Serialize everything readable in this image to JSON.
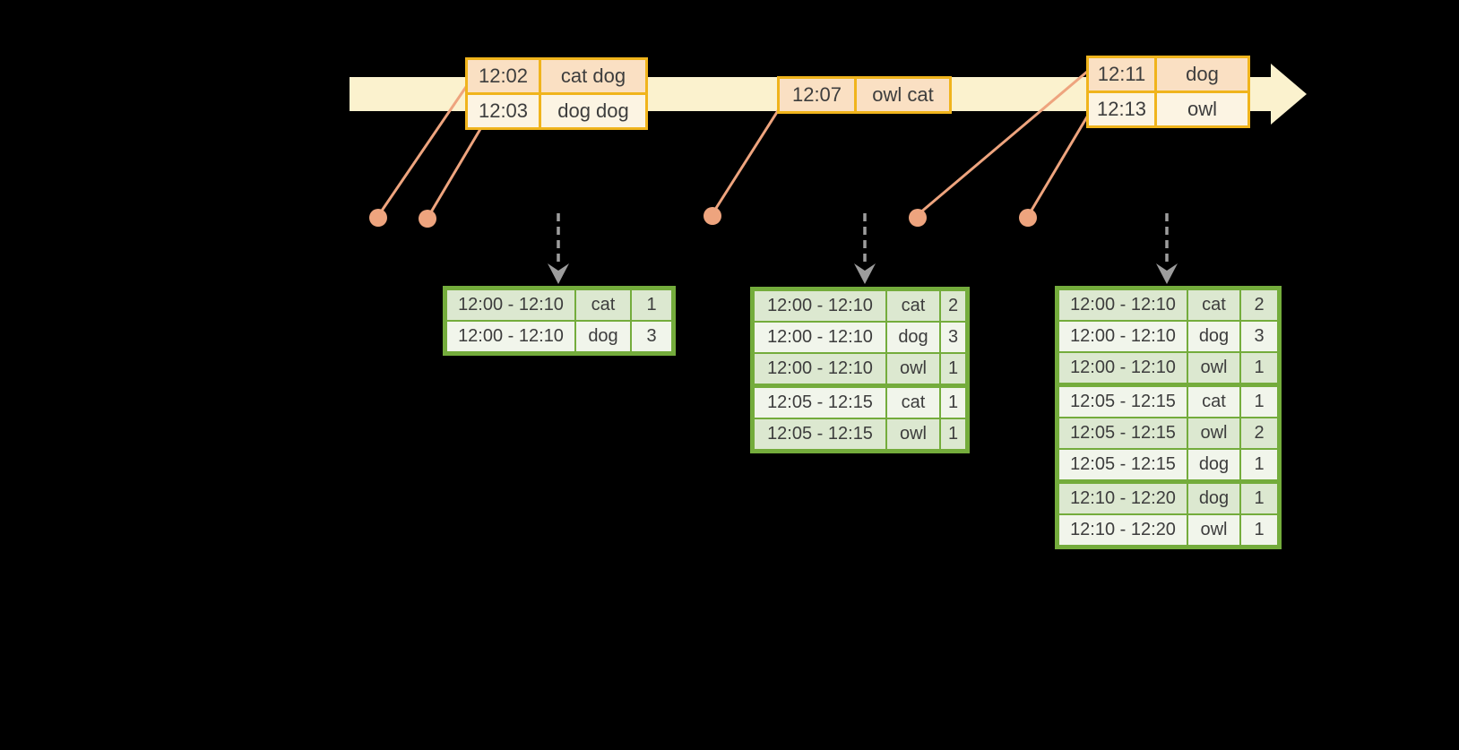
{
  "colors": {
    "background": "#000000",
    "timeline_band": "#FBF2CE",
    "event_table_border": "#F0B41C",
    "event_row_peach": "#FAE0C3",
    "event_row_cream": "#FCF4E3",
    "event_marker_salmon": "#EEA47E",
    "trigger_arrow_gray": "#9D9D9D",
    "result_table_border": "#74AC3C",
    "result_row_sage": "#DCE8D0",
    "result_row_light": "#F1F5EB",
    "text": "#3D3D3D"
  },
  "event_tables": [
    {
      "rows": [
        [
          "12:02",
          "cat dog"
        ],
        [
          "12:03",
          "dog dog"
        ]
      ]
    },
    {
      "rows": [
        [
          "12:07",
          "owl cat"
        ]
      ]
    },
    {
      "rows": [
        [
          "12:11",
          "dog"
        ],
        [
          "12:13",
          "owl"
        ]
      ]
    }
  ],
  "result_tables": [
    {
      "group_breaks": [],
      "rows": [
        [
          "12:00 - 12:10",
          "cat",
          "1"
        ],
        [
          "12:00 - 12:10",
          "dog",
          "3"
        ]
      ]
    },
    {
      "group_breaks": [
        3
      ],
      "rows": [
        [
          "12:00 - 12:10",
          "cat",
          "2"
        ],
        [
          "12:00 - 12:10",
          "dog",
          "3"
        ],
        [
          "12:00 - 12:10",
          "owl",
          "1"
        ],
        [
          "12:05 - 12:15",
          "cat",
          "1"
        ],
        [
          "12:05 - 12:15",
          "owl",
          "1"
        ]
      ]
    },
    {
      "group_breaks": [
        3,
        6
      ],
      "rows": [
        [
          "12:00 - 12:10",
          "cat",
          "2"
        ],
        [
          "12:00 - 12:10",
          "dog",
          "3"
        ],
        [
          "12:00 - 12:10",
          "owl",
          "1"
        ],
        [
          "12:05 - 12:15",
          "cat",
          "1"
        ],
        [
          "12:05 - 12:15",
          "owl",
          "2"
        ],
        [
          "12:05 - 12:15",
          "dog",
          "1"
        ],
        [
          "12:10 - 12:20",
          "dog",
          "1"
        ],
        [
          "12:10 - 12:20",
          "owl",
          "1"
        ]
      ]
    }
  ]
}
